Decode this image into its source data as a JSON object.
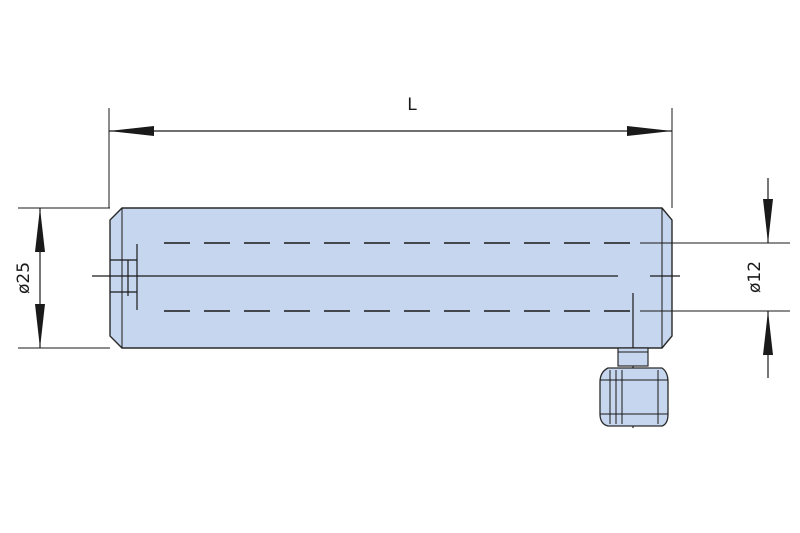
{
  "diagram": {
    "dimensions": {
      "length_label": "L",
      "outer_diameter_label": "ø25",
      "inner_diameter_label": "ø12"
    },
    "colors": {
      "body_fill": "#c5d6ee",
      "body_stroke": "#2a2a2a",
      "connector_fill": "#c5d6ee",
      "line": "#1a1a1a"
    },
    "icons": {
      "connector": "cable-connector-icon"
    }
  }
}
